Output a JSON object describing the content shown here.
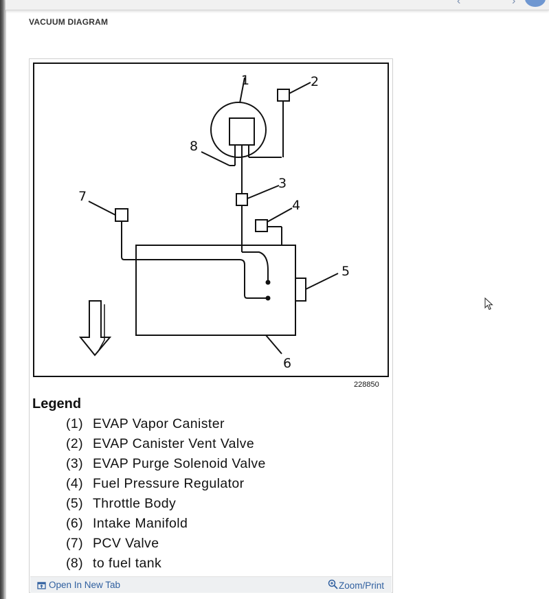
{
  "page": {
    "section_title": "VACUUM DIAGRAM"
  },
  "diagram": {
    "callouts": [
      "1",
      "2",
      "3",
      "4",
      "5",
      "6",
      "7",
      "8"
    ],
    "figure_number": "228850"
  },
  "legend": {
    "title": "Legend",
    "items": [
      {
        "num": "(1)",
        "label": "EVAP Vapor Canister"
      },
      {
        "num": "(2)",
        "label": "EVAP Canister Vent Valve"
      },
      {
        "num": "(3)",
        "label": "EVAP Purge Solenoid Valve"
      },
      {
        "num": "(4)",
        "label": "Fuel Pressure Regulator"
      },
      {
        "num": "(5)",
        "label": "Throttle Body"
      },
      {
        "num": "(6)",
        "label": "Intake Manifold"
      },
      {
        "num": "(7)",
        "label": "PCV Valve"
      },
      {
        "num": "(8)",
        "label": "to fuel tank"
      }
    ]
  },
  "footer": {
    "open_tab_label": "Open In New Tab",
    "zoom_label": "Zoom/Print"
  },
  "icons": {
    "open_tab": "open-in-new-tab-icon",
    "zoom": "zoom-icon",
    "cursor": "mouse-pointer-icon"
  },
  "colors": {
    "link": "#2f5f9f",
    "avatar": "#6f97d1"
  }
}
